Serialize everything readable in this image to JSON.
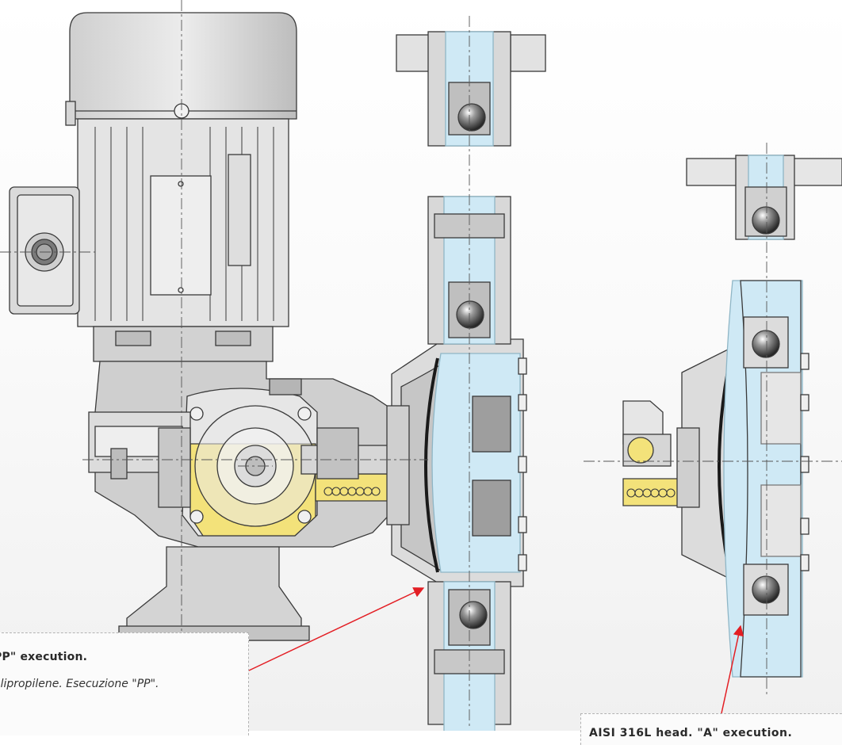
{
  "labels": {
    "pp_execution": "PP\" execution.",
    "pp_execution_it": "olipropilene. Esecuzione \"PP\".",
    "aisi_execution": "AISI 316L head. \"A\" execution."
  },
  "colors": {
    "liquid": "#cfe9f5",
    "liquid_edge": "#8fb6c6",
    "oil": "#f3e27a",
    "metal_light": "#e2e2e2",
    "metal_mid": "#c9c9c9",
    "metal_dark": "#8a8a8a",
    "outline": "#3a3a3a",
    "arrow": "#e31e24"
  }
}
